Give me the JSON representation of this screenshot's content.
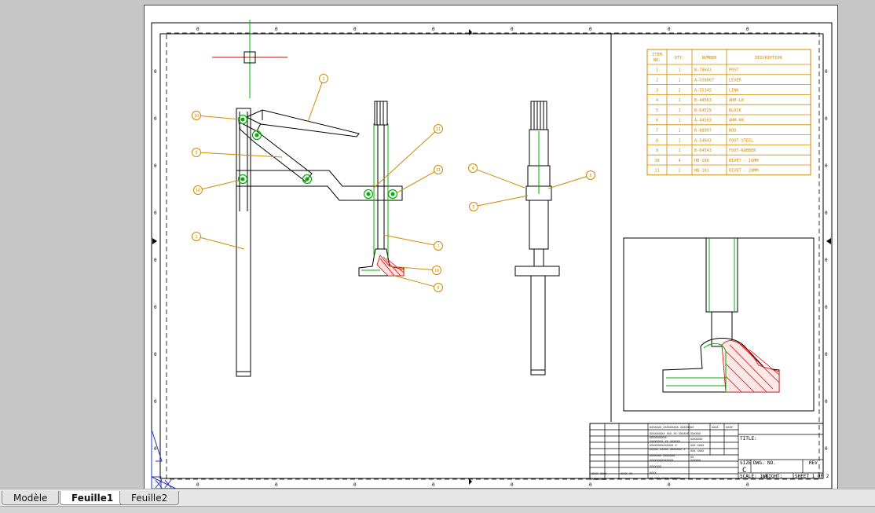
{
  "tabs": [
    {
      "label": "Modèle",
      "active": false
    },
    {
      "label": "Feuille1",
      "active": true
    },
    {
      "label": "Feuille2",
      "active": false
    }
  ],
  "bom": {
    "headers": [
      "ITEM NO.",
      "QTY.",
      "NUMBER",
      "DESCRIPTION"
    ],
    "rows": [
      [
        "1",
        "1",
        "B-78643",
        "POST"
      ],
      [
        "2",
        "1",
        "A-558867",
        "LEVER"
      ],
      [
        "3",
        "2",
        "A-55345",
        "LINK"
      ],
      [
        "4",
        "1",
        "B-44563",
        "ARM-LH"
      ],
      [
        "5",
        "1",
        "B-64529",
        "BLOCK"
      ],
      [
        "6",
        "1",
        "A-44563",
        "ARM-RH"
      ],
      [
        "7",
        "1",
        "B-88997",
        "ROD"
      ],
      [
        "8",
        "1",
        "A-54643",
        "FOOT-STEEL"
      ],
      [
        "9",
        "1",
        "B-64543",
        "FOOT-RUBBER"
      ],
      [
        "10",
        "4",
        "HB-100",
        "RIVET - 16MM"
      ],
      [
        "11",
        "2",
        "HB-101",
        "RIVET - 28MM"
      ]
    ]
  },
  "balloons": [
    "2",
    "3",
    "10",
    "10",
    "1",
    "11",
    "11",
    "7",
    "10",
    "9",
    "4",
    "5",
    "6"
  ],
  "title_block": {
    "title_label": "TITLE:",
    "size_label": "SIZE",
    "size_value": "C",
    "dwg_label": "DWG. NO.",
    "rev_label": "REV",
    "scale_label": "SCALE: 1:4",
    "weight_label": "WEIGHT:",
    "sheet_label": "SHEET 1 OF 2"
  },
  "colors": {
    "drawing": "#000000",
    "annotation": "#d08a00",
    "centerline": "#00b000",
    "hatch": "#e00000",
    "cursor": "#d00000",
    "ucs": "#2030c0"
  }
}
